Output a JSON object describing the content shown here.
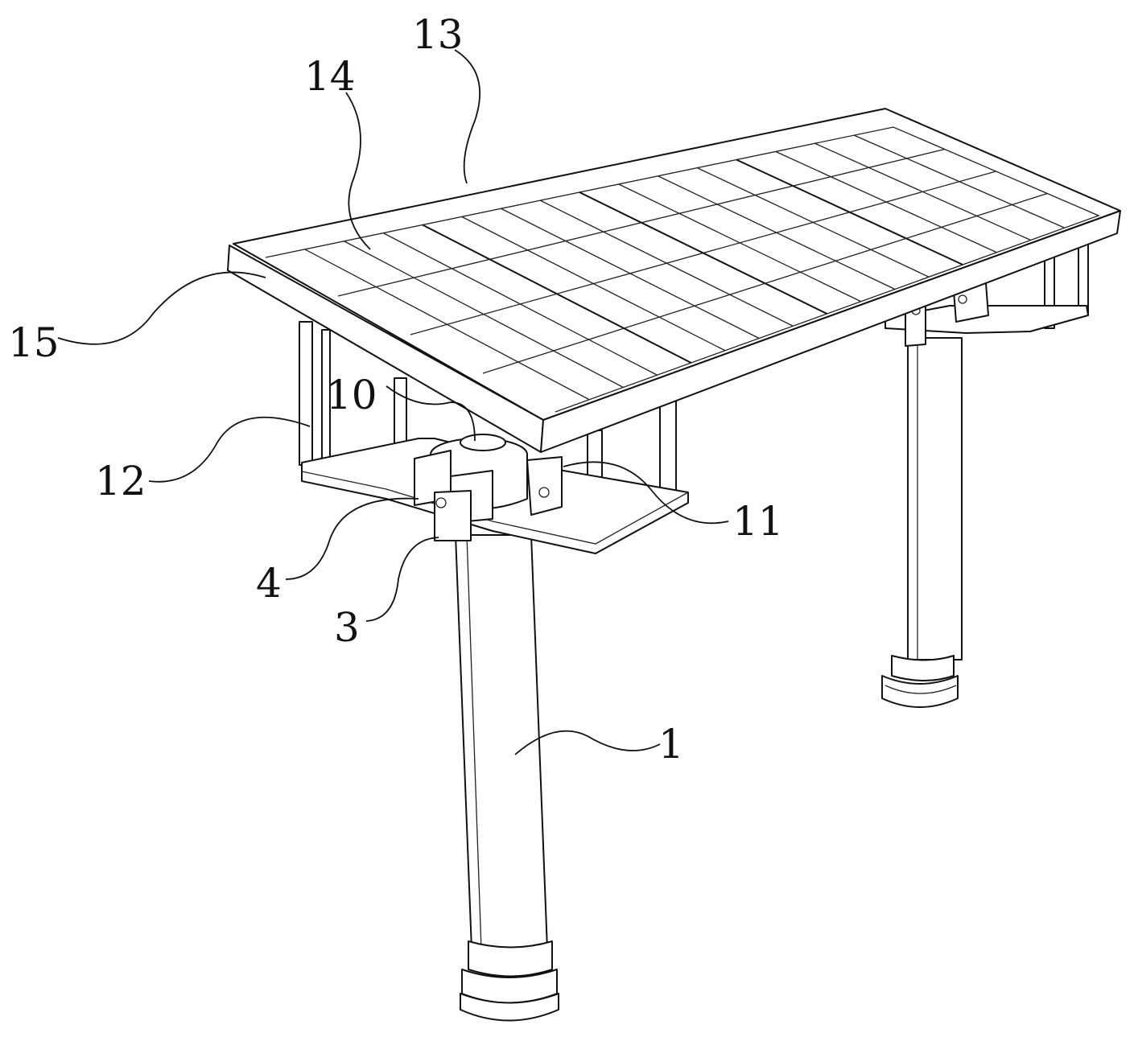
{
  "figure": {
    "labels": [
      {
        "id": "13",
        "text": "13"
      },
      {
        "id": "14",
        "text": "14"
      },
      {
        "id": "15",
        "text": "15"
      },
      {
        "id": "10",
        "text": "10"
      },
      {
        "id": "12",
        "text": "12"
      },
      {
        "id": "11",
        "text": "11"
      },
      {
        "id": "4",
        "text": "4"
      },
      {
        "id": "3",
        "text": "3"
      },
      {
        "id": "1",
        "text": "1"
      }
    ],
    "panel": {
      "modules": 4,
      "rows": 4,
      "cols_per_module": 4
    }
  }
}
